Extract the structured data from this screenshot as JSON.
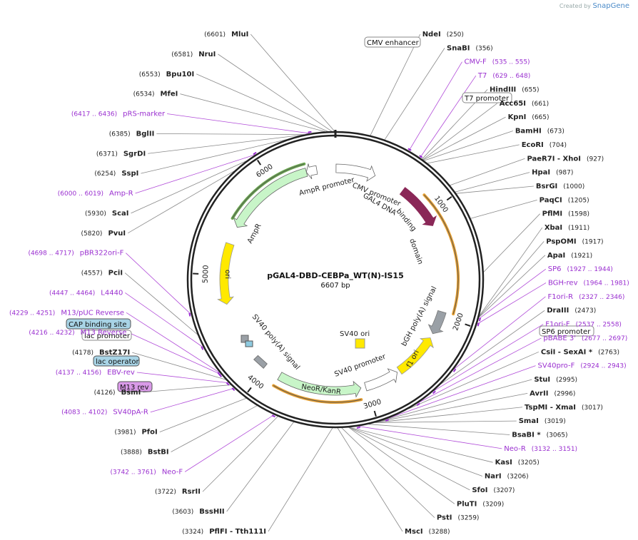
{
  "brand": {
    "created_by": "Created by",
    "name": "SnapGene"
  },
  "plasmid": {
    "name": "pGAL4-DBD-CEBPa_WT(N)-IS15",
    "length": "6607 bp",
    "length_bp": 6607
  },
  "ticks": [
    "1000",
    "2000",
    "3000",
    "4000",
    "5000",
    "6000"
  ],
  "features": [
    {
      "name": "CMV promoter",
      "start": 6,
      "end": 384,
      "color": "#ffffff",
      "stroke": "#666"
    },
    {
      "name": "GAL4 DNA binding domain",
      "start": 680,
      "end": 1120,
      "color": "#8a2757",
      "stroke": "#8a2757"
    },
    {
      "name": "bGH poly(A) signal",
      "start": 1960,
      "end": 2185,
      "color": "#9aa0a6",
      "stroke": "#777"
    },
    {
      "name": "f1 ori",
      "start": 2230,
      "end": 2660,
      "color": "#ffe900",
      "stroke": "#999"
    },
    {
      "name": "SV40 promoter",
      "start": 2685,
      "end": 3015,
      "color": "#ffffff",
      "stroke": "#666"
    },
    {
      "name": "NeoR/KanR",
      "start": 3060,
      "end": 3855,
      "color": "#c8f5c8",
      "stroke": "#666"
    },
    {
      "name": "SV40 poly(A) signal",
      "start": 4020,
      "end": 4140,
      "color": "#9aa0a6",
      "stroke": "#777"
    },
    {
      "name": "ori",
      "start": 4720,
      "end": 5300,
      "color": "#ffe900",
      "stroke": "#999"
    },
    {
      "name": "AmpR",
      "start": 5470,
      "end": 6330,
      "color": "#c8f5c8",
      "stroke": "#666"
    },
    {
      "name": "AmpR promoter",
      "start": 6330,
      "end": 6430,
      "color": "#ffffff",
      "stroke": "#666"
    }
  ],
  "inner_labels": {
    "sv40_ori": "SV40 ori",
    "ampr": "AmpR",
    "ori": "ori",
    "ampr_promoter": "AmpR promoter",
    "cmv_promoter": "CMV promoter",
    "gal4": "GAL4 DNA binding domain",
    "bgh": "bGH poly(A) signal",
    "f1ori": "f1 ori",
    "sv40_promoter": "SV40 promoter",
    "neor": "NeoR/KanR",
    "sv40_polya": "SV40 poly(A) signal"
  },
  "orfs": [
    {
      "start": 850,
      "end": 1950,
      "color": "#e8a030"
    },
    {
      "start": 3080,
      "end": 3860,
      "color": "#e8a030"
    },
    {
      "start": 5520,
      "end": 6330,
      "color": "#6aa84f"
    }
  ],
  "boxed_features": [
    {
      "text": "CMV enhancer"
    },
    {
      "text": "T7 promoter"
    },
    {
      "text": "SP6 promoter"
    },
    {
      "text": "lac promoter"
    },
    {
      "text": "CAP binding site"
    },
    {
      "text": "lac operator"
    },
    {
      "text": "M13 rev"
    }
  ],
  "sites": [
    {
      "name": "MluI",
      "pos": "(6601)",
      "bp": 6601
    },
    {
      "name": "NruI",
      "pos": "(6581)",
      "bp": 6581
    },
    {
      "name": "Bpu10I",
      "pos": "(6553)",
      "bp": 6553
    },
    {
      "name": "MfeI",
      "pos": "(6534)",
      "bp": 6534
    },
    {
      "name": "BglII",
      "pos": "(6385)",
      "bp": 6385
    },
    {
      "name": "SgrDI",
      "pos": "(6371)",
      "bp": 6371
    },
    {
      "name": "SspI",
      "pos": "(6254)",
      "bp": 6254
    },
    {
      "name": "ScaI",
      "pos": "(5930)",
      "bp": 5930
    },
    {
      "name": "PvuI",
      "pos": "(5820)",
      "bp": 5820
    },
    {
      "name": "NdeI",
      "pos": "(250)",
      "bp": 250
    },
    {
      "name": "SnaBI",
      "pos": "(356)",
      "bp": 356
    },
    {
      "name": "HindIII",
      "pos": "(655)",
      "bp": 655
    },
    {
      "name": "Acc65I",
      "pos": "(661)",
      "bp": 661
    },
    {
      "name": "KpnI",
      "pos": "(665)",
      "bp": 665
    },
    {
      "name": "BamHI",
      "pos": "(673)",
      "bp": 673
    },
    {
      "name": "EcoRI",
      "pos": "(704)",
      "bp": 704
    },
    {
      "name": "PaeR7I  -  XhoI",
      "pos": "(927)",
      "bp": 927
    },
    {
      "name": "HpaI",
      "pos": "(987)",
      "bp": 987
    },
    {
      "name": "BsrGI",
      "pos": "(1000)",
      "bp": 1000
    },
    {
      "name": "PaqCI",
      "pos": "(1205)",
      "bp": 1205
    },
    {
      "name": "PflMI",
      "pos": "(1598)",
      "bp": 1598
    },
    {
      "name": "XbaI",
      "pos": "(1911)",
      "bp": 1911
    },
    {
      "name": "PspOMI",
      "pos": "(1917)",
      "bp": 1917
    },
    {
      "name": "ApaI",
      "pos": "(1921)",
      "bp": 1921
    },
    {
      "name": "DraIII",
      "pos": "(2473)",
      "bp": 2473
    },
    {
      "name": "CsiI  -  SexAI *",
      "pos": "(2763)",
      "bp": 2763
    },
    {
      "name": "StuI",
      "pos": "(2995)",
      "bp": 2995
    },
    {
      "name": "AvrII",
      "pos": "(2996)",
      "bp": 2996
    },
    {
      "name": "TspMI  -  XmaI",
      "pos": "(3017)",
      "bp": 3017
    },
    {
      "name": "SmaI",
      "pos": "(3019)",
      "bp": 3019
    },
    {
      "name": "BsaBI *",
      "pos": "(3065)",
      "bp": 3065
    },
    {
      "name": "KasI",
      "pos": "(3205)",
      "bp": 3205
    },
    {
      "name": "NarI",
      "pos": "(3206)",
      "bp": 3206
    },
    {
      "name": "SfoI",
      "pos": "(3207)",
      "bp": 3207
    },
    {
      "name": "PluTI",
      "pos": "(3209)",
      "bp": 3209
    },
    {
      "name": "PstI",
      "pos": "(3259)",
      "bp": 3259
    },
    {
      "name": "MscI",
      "pos": "(3288)",
      "bp": 3288
    },
    {
      "name": "PflFI  -  Tth111I",
      "pos": "(3324)",
      "bp": 3324
    },
    {
      "name": "BssHII",
      "pos": "(3603)",
      "bp": 3603
    },
    {
      "name": "RsrII",
      "pos": "(3722)",
      "bp": 3722
    },
    {
      "name": "BstBI",
      "pos": "(3888)",
      "bp": 3888
    },
    {
      "name": "PfoI",
      "pos": "(3981)",
      "bp": 3981
    },
    {
      "name": "BsmI",
      "pos": "(4126)",
      "bp": 4126
    },
    {
      "name": "BstZ17I",
      "pos": "(4178)",
      "bp": 4178
    },
    {
      "name": "PciI",
      "pos": "(4557)",
      "bp": 4557
    }
  ],
  "primers": [
    {
      "name": "pRS-marker",
      "pos": "(6417 .. 6436)",
      "bp": 6426
    },
    {
      "name": "Amp-R",
      "pos": "(6000 .. 6019)",
      "bp": 6010
    },
    {
      "name": "CMV-F",
      "pos": "(535 .. 555)",
      "bp": 545
    },
    {
      "name": "T7",
      "pos": "(629 .. 648)",
      "bp": 638
    },
    {
      "name": "SP6",
      "pos": "(1927 .. 1944)",
      "bp": 1935
    },
    {
      "name": "BGH-rev",
      "pos": "(1964 .. 1981)",
      "bp": 1972
    },
    {
      "name": "F1ori-R",
      "pos": "(2327 .. 2346)",
      "bp": 2336
    },
    {
      "name": "F1ori-F",
      "pos": "(2537 .. 2558)",
      "bp": 2547
    },
    {
      "name": "pBABE 3'",
      "pos": "(2677 .. 2697)",
      "bp": 2687
    },
    {
      "name": "SV40pro-F",
      "pos": "(2924 .. 2943)",
      "bp": 2933
    },
    {
      "name": "Neo-R",
      "pos": "(3132 .. 3151)",
      "bp": 3141
    },
    {
      "name": "Neo-F",
      "pos": "(3742 .. 3761)",
      "bp": 3751
    },
    {
      "name": "SV40pA-R",
      "pos": "(4083 .. 4102)",
      "bp": 4092
    },
    {
      "name": "EBV-rev",
      "pos": "(4137 .. 4156)",
      "bp": 4146
    },
    {
      "name": "M13 Reverse",
      "pos": "(4216 .. 4232)",
      "bp": 4224
    },
    {
      "name": "M13/pUC Reverse",
      "pos": "(4229 .. 4251)",
      "bp": 4240
    },
    {
      "name": "L4440",
      "pos": "(4447 .. 4464)",
      "bp": 4455
    },
    {
      "name": "pBR322ori-F",
      "pos": "(4698 .. 4717)",
      "bp": 4707
    }
  ]
}
